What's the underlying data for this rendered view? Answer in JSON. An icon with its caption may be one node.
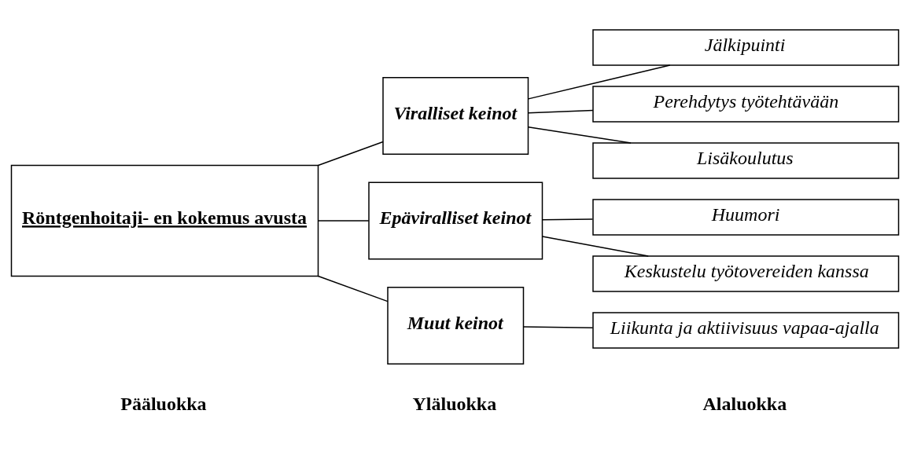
{
  "diagram": {
    "nodes": [
      {
        "text": [
          "Röntgenhoitaji- en kokemus avusta"
        ]
      },
      {
        "text": [
          "Viralliset keinot"
        ]
      },
      {
        "text": [
          "Epäviralliset keinot"
        ]
      },
      {
        "text": [
          "Muut keinot"
        ]
      },
      {
        "text": [
          "Jälkipuinti"
        ]
      },
      {
        "text": [
          "Perehdytys työtehtävään"
        ]
      },
      {
        "text": [
          "Lisäkoulutus"
        ]
      },
      {
        "text": [
          "Huumori"
        ]
      },
      {
        "text": [
          "Keskustelu työtovereiden kanssa"
        ]
      },
      {
        "text": [
          "Liikunta ja aktiivisuus vapaa-ajalla"
        ]
      }
    ],
    "edges": [
      {
        "from": 0,
        "to": 1,
        "arrow": "none"
      },
      {
        "from": 0,
        "to": 2,
        "arrow": "none"
      },
      {
        "from": 0,
        "to": 3,
        "arrow": "none"
      },
      {
        "from": 1,
        "to": 4,
        "arrow": "none"
      },
      {
        "from": 1,
        "to": 5,
        "arrow": "none"
      },
      {
        "from": 1,
        "to": 6,
        "arrow": "none"
      },
      {
        "from": 2,
        "to": 7,
        "arrow": "none"
      },
      {
        "from": 2,
        "to": 8,
        "arrow": "none"
      },
      {
        "from": 3,
        "to": 9,
        "arrow": "none"
      }
    ],
    "labels": [
      "Pääluokka",
      "Yläluokka",
      "Alaluokka"
    ]
  }
}
